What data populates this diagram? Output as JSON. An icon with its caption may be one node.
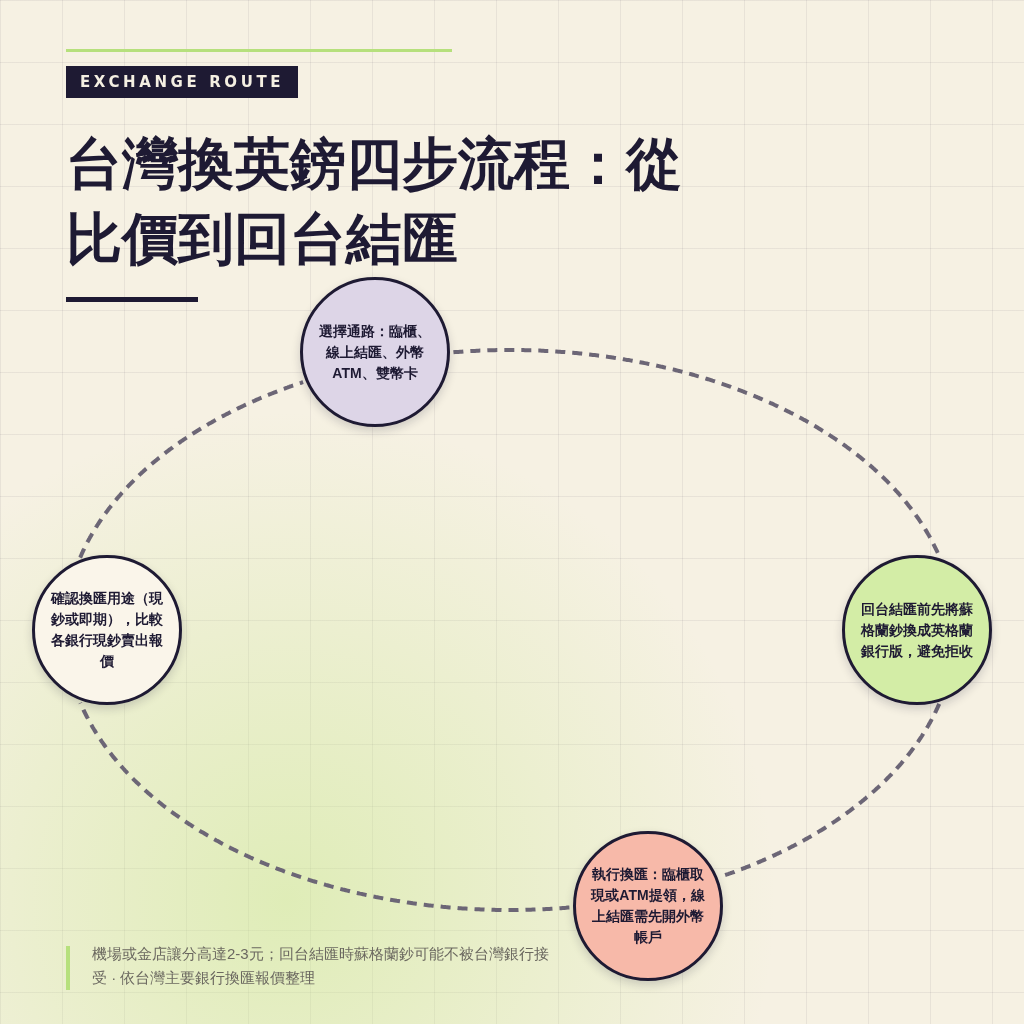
{
  "diagram": {
    "title": "台灣換英鎊四步流程：從比價到回台結匯",
    "caption": "機場或金店讓分高達2-3元；回台結匯時蘇格蘭鈔可能不被台灣銀行接受 · 依台灣主要銀行換匯報價整理",
    "nodes": [
      {
        "text": [
          "確認換匯用途（現鈔或即期），比較各銀行現鈔賣出報價"
        ]
      },
      {
        "text": [
          "選擇通路：臨櫃、線上結匯、外幣ATM、雙幣卡"
        ]
      },
      {
        "text": [
          "執行換匯：臨櫃取現或ATM提領，線上結匯需先開外幣帳戶"
        ]
      },
      {
        "text": [
          "回台結匯前先將蘇格蘭鈔換成英格蘭銀行版，避免拒收"
        ]
      }
    ],
    "edges": [
      {
        "from": 0,
        "to": 1,
        "arrow": "none",
        "style": "dashed"
      },
      {
        "from": 1,
        "to": 3,
        "arrow": "none",
        "style": "dashed"
      },
      {
        "from": 3,
        "to": 2,
        "arrow": "none",
        "style": "dashed"
      },
      {
        "from": 2,
        "to": 0,
        "arrow": "none",
        "style": "dashed"
      }
    ],
    "labels": [
      "EXCHANGE ROUTE"
    ]
  }
}
